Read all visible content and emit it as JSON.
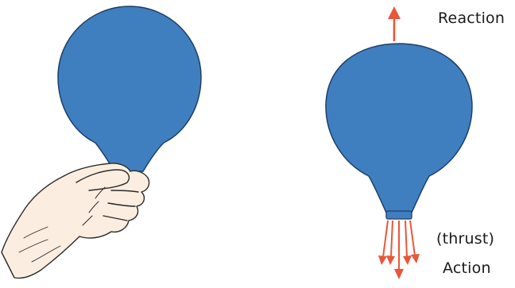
{
  "labels": {
    "reaction": "Reaction",
    "thrust": "(thrust)",
    "action": "Action"
  },
  "colors": {
    "balloon": "#3f7fc0",
    "balloon_outline": "#1f3f66",
    "arrow": "#e8573a",
    "skin": "#fbeee0",
    "outline": "#2a2a2a"
  }
}
